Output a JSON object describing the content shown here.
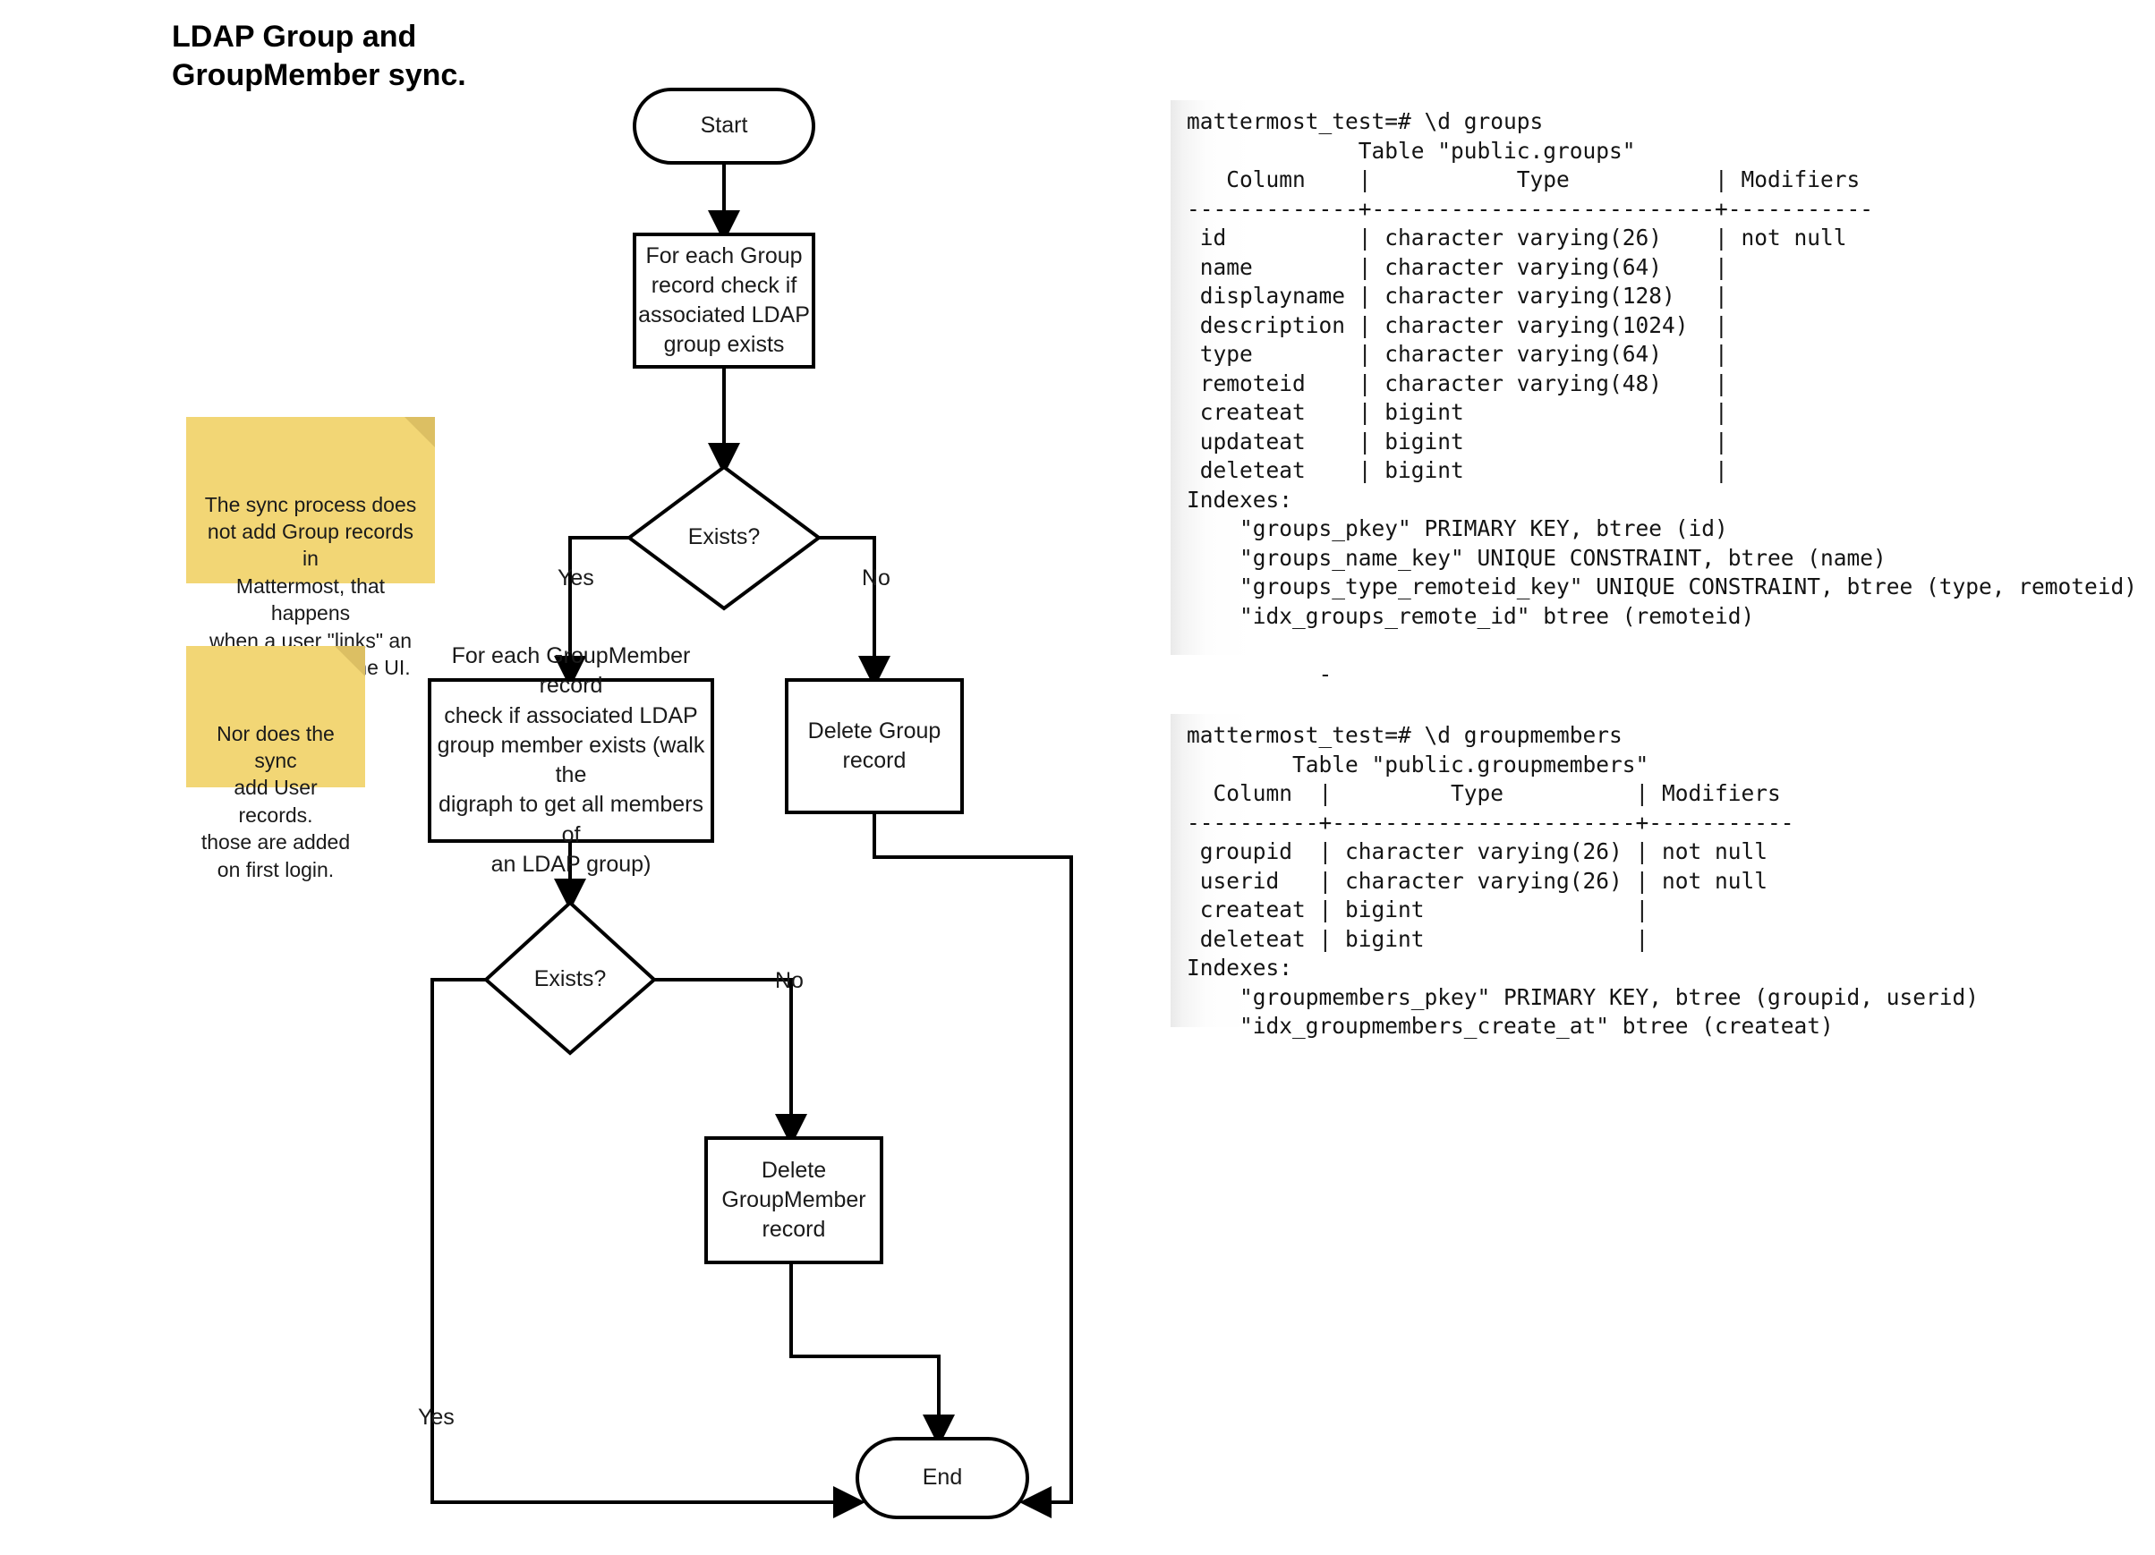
{
  "title": "LDAP Group and\nGroupMember sync.",
  "colors": {
    "sticky_note": "#F2D675",
    "sticky_note_fold": "#DCBF63",
    "stroke": "#000000",
    "text": "#1A1A1A",
    "background": "#FFFFFF"
  },
  "flowchart": {
    "nodes": [
      {
        "id": "start",
        "shape": "terminator",
        "label": "Start"
      },
      {
        "id": "for-each-group",
        "shape": "process",
        "label": "For each Group\nrecord check if\nassociated LDAP\ngroup exists"
      },
      {
        "id": "exists-group",
        "shape": "decision",
        "label": "Exists?"
      },
      {
        "id": "for-each-member",
        "shape": "process",
        "label": "For each GroupMember record\ncheck if associated LDAP\ngroup member exists (walk the\ndigraph to get all members of\nan LDAP group)"
      },
      {
        "id": "delete-group",
        "shape": "process",
        "label": "Delete Group\nrecord"
      },
      {
        "id": "exists-member",
        "shape": "decision",
        "label": "Exists?"
      },
      {
        "id": "delete-member",
        "shape": "process",
        "label": "Delete\nGroupMember\nrecord"
      },
      {
        "id": "end",
        "shape": "terminator",
        "label": "End"
      }
    ],
    "edge_labels": [
      {
        "id": "group-yes",
        "label": "Yes",
        "from": "exists-group",
        "to": "for-each-member"
      },
      {
        "id": "group-no",
        "label": "No",
        "from": "exists-group",
        "to": "delete-group"
      },
      {
        "id": "member-no",
        "label": "No",
        "from": "exists-member",
        "to": "delete-member"
      },
      {
        "id": "member-yes",
        "label": "Yes",
        "from": "exists-member",
        "to": "end"
      }
    ]
  },
  "notes": [
    {
      "id": "note-group-records",
      "text": "The sync process does\nnot add Group records in\nMattermost, that happens\nwhen a user \"links\" an\nLDAP group in the UI."
    },
    {
      "id": "note-user-records",
      "text": "Nor does the sync\nadd User records.\nthose are added\non first login."
    }
  ],
  "terminals": [
    {
      "id": "groups",
      "prompt": "mattermost_test=# \\d groups",
      "text": "mattermost_test=# \\d groups\n             Table \"public.groups\"\n   Column    |           Type           | Modifiers\n-------------+--------------------------+-----------\n id          | character varying(26)    | not null\n name        | character varying(64)    |\n displayname | character varying(128)   |\n description | character varying(1024)  |\n type        | character varying(64)    |\n remoteid    | character varying(48)    |\n createat    | bigint                   |\n updateat    | bigint                   |\n deleteat    | bigint                   |\nIndexes:\n    \"groups_pkey\" PRIMARY KEY, btree (id)\n    \"groups_name_key\" UNIQUE CONSTRAINT, btree (name)\n    \"groups_type_remoteid_key\" UNIQUE CONSTRAINT, btree (type, remoteid)\n    \"idx_groups_remote_id\" btree (remoteid)\n\n          -"
    },
    {
      "id": "groupmembers",
      "prompt": "mattermost_test=# \\d groupmembers",
      "text": "mattermost_test=# \\d groupmembers\n        Table \"public.groupmembers\"\n  Column  |         Type          | Modifiers\n----------+-----------------------+-----------\n groupid  | character varying(26) | not null\n userid   | character varying(26) | not null\n createat | bigint                |\n deleteat | bigint                |\nIndexes:\n    \"groupmembers_pkey\" PRIMARY KEY, btree (groupid, userid)\n    \"idx_groupmembers_create_at\" btree (createat)"
    }
  ]
}
